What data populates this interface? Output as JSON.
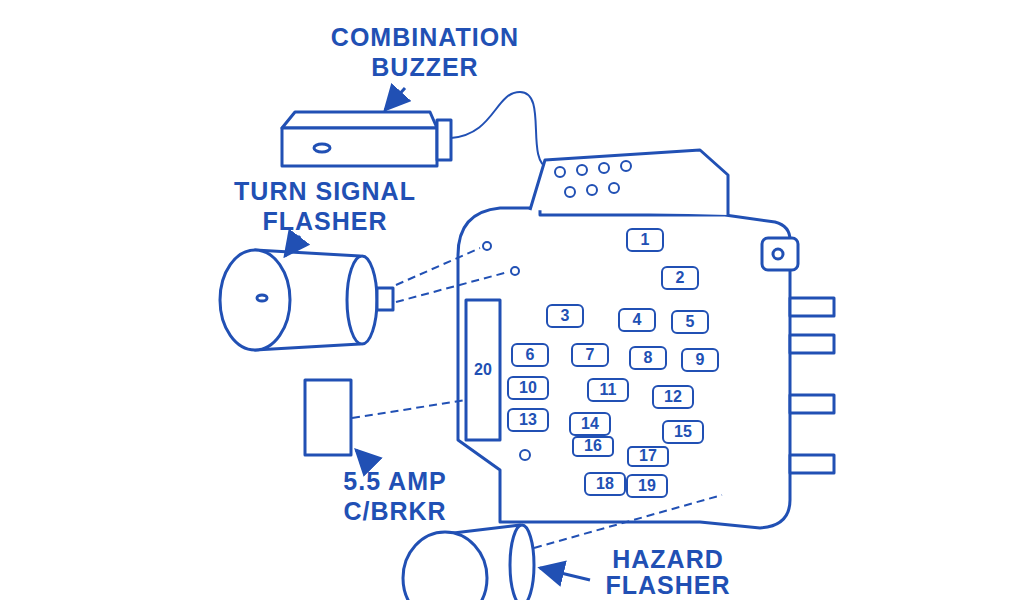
{
  "diagram": {
    "labels": [
      "COMBINATION BUZZER",
      "TURN SIGNAL FLASHER",
      "5.5 AMP C/BRKR",
      "HAZARD FLASHER",
      "1",
      "2",
      "3",
      "4",
      "5",
      "6",
      "7",
      "8",
      "9",
      "10",
      "11",
      "12",
      "13",
      "14",
      "15",
      "16",
      "17",
      "18",
      "19",
      "20"
    ]
  }
}
